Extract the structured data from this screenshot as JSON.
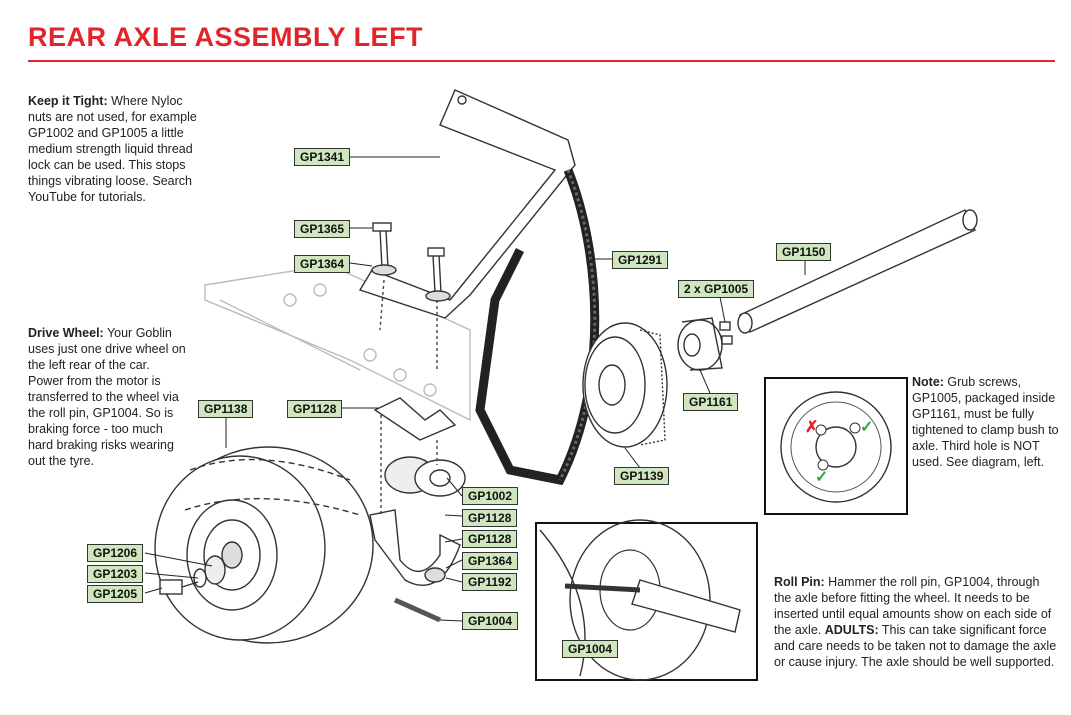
{
  "title": "REAR AXLE ASSEMBLY LEFT",
  "notes": {
    "keep_tight": {
      "heading": "Keep it Tight:",
      "body": " Where Nyloc nuts are not used, for example GP1002 and GP1005 a little medium strength liquid thread lock can be used. This stops things vibrating loose. Search YouTube for tutorials."
    },
    "drive_wheel": {
      "heading": "Drive Wheel:",
      "body": " Your Goblin uses just one drive wheel on the left rear of the car. Power from the motor is transferred to the wheel via the roll pin, GP1004. So is braking force - too much hard braking risks wearing out the tyre."
    },
    "grub_note": {
      "heading": "Note:",
      "body": " Grub screws, GP1005, packaged inside GP1161, must be fully tightened to clamp bush to axle. Third hole is NOT used. See diagram, left."
    },
    "roll_pin": {
      "heading": "Roll Pin:",
      "body1": " Hammer the roll pin, GP1004, through the axle before fitting the wheel. It needs to be inserted until equal amounts show on each side of the axle. ",
      "heading2": "ADULTS:",
      "body2": " This can take significant force and care needs to be taken not to damage the axle or cause injury. The axle should be well supported."
    }
  },
  "labels": {
    "gp1341": "GP1341",
    "gp1365": "GP1365",
    "gp1364a": "GP1364",
    "gp1291": "GP1291",
    "gp1150": "GP1150",
    "gp1005": "2 x GP1005",
    "gp1161": "GP1161",
    "gp1128a": "GP1128",
    "gp1138": "GP1138",
    "gp1139": "GP1139",
    "gp1002": "GP1002",
    "gp1128b": "GP1128",
    "gp1128c": "GP1128",
    "gp1364b": "GP1364",
    "gp1192": "GP1192",
    "gp1004a": "GP1004",
    "gp1206": "GP1206",
    "gp1203": "GP1203",
    "gp1205": "GP1205",
    "gp1004b": "GP1004"
  }
}
